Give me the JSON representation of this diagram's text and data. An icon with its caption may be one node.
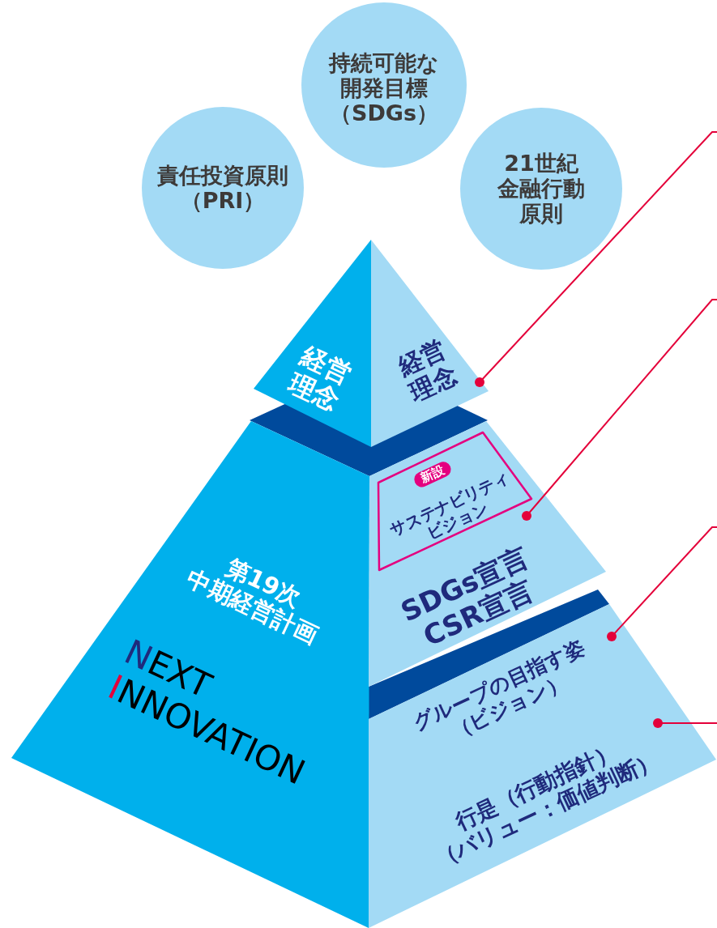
{
  "diagram": {
    "nodes": [
      {
        "text": [
          "責任投資原則（PRI）"
        ]
      },
      {
        "text": [
          "持続可能な開発目標（SDGs）"
        ]
      },
      {
        "text": [
          "21世紀金融行動原則"
        ]
      },
      {
        "text": [
          "経営理念"
        ]
      },
      {
        "text": [
          "経営理念"
        ]
      },
      {
        "text": [
          "第19次中期経営計画",
          "NEXT INNOVATION"
        ]
      },
      {
        "text": [
          "SDGs宣言 CSR宣言"
        ]
      },
      {
        "text": [
          "新設",
          "サステナビリティビジョン"
        ],
        "in": 6
      },
      {
        "text": [
          "グループの目指す姿（ビジョン）",
          "行是（行動指針）（バリュー：価値判断）"
        ]
      }
    ],
    "edges": [
      {
        "from": 4,
        "to": null,
        "arrow": "other"
      },
      {
        "from": 7,
        "to": null,
        "arrow": "other"
      },
      {
        "from": 8,
        "to": null,
        "arrow": "other"
      },
      {
        "from": 8,
        "to": null,
        "arrow": "other"
      }
    ]
  }
}
